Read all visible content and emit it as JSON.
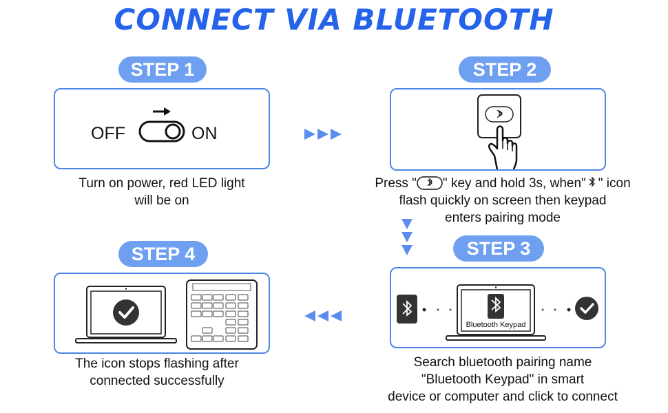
{
  "title": "CONNECT VIA BLUETOOTH",
  "steps": [
    {
      "label": "STEP 1",
      "caption_lines": [
        "Turn on power, red LED light",
        "will be on"
      ],
      "off": "OFF",
      "on": "ON"
    },
    {
      "label": "STEP 2",
      "caption_pre": "Press \"",
      "caption_mid": "\" key and hold 3s, when\"",
      "caption_post": "\" icon",
      "caption_lines": [
        "flash quickly on screen then keypad",
        "enters pairing mode"
      ]
    },
    {
      "label": "STEP 3",
      "screen_label": "Bluetooth Keypad",
      "caption_lines": [
        "Search bluetooth pairing name",
        "\"Bluetooth Keypad\" in smart",
        "device or computer and click to connect"
      ]
    },
    {
      "label": "STEP 4",
      "caption_lines": [
        "The icon stops flashing after",
        "connected successfully"
      ]
    }
  ],
  "colors": {
    "title": "#2563eb",
    "pill": "#6f9ff0",
    "border": "#4a86e8",
    "arrows": "#5b8def",
    "icon_dark": "#333333"
  },
  "icons": [
    "arrow-right-icon",
    "power-switch-icon",
    "bluetooth-key-icon",
    "hand-pointer-icon",
    "bluetooth-icon",
    "laptop-icon",
    "check-circle-icon",
    "keypad-icon"
  ]
}
